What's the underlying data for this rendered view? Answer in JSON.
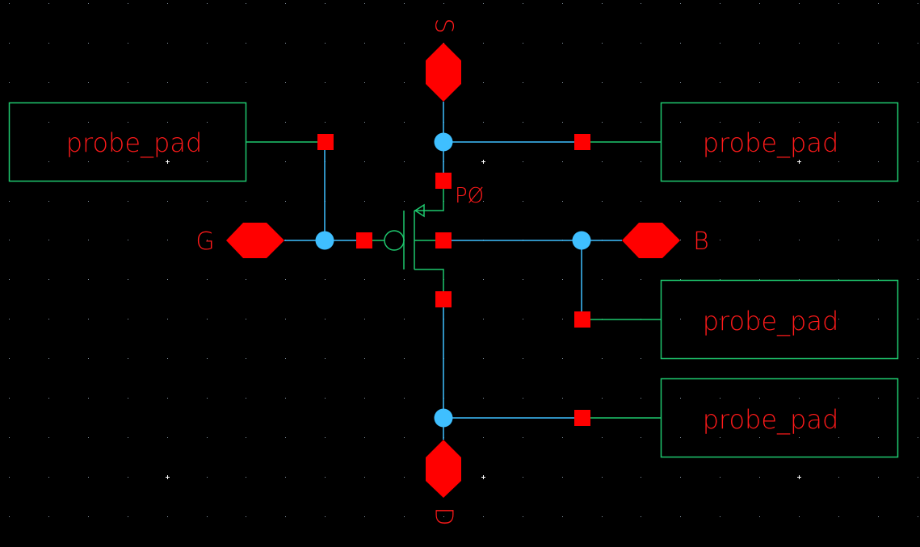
{
  "schematic": {
    "instance": {
      "type": "pmos",
      "name": "P0",
      "name_display": "PØ"
    },
    "pins": [
      {
        "name": "S",
        "direction": "up"
      },
      {
        "name": "G",
        "direction": "left"
      },
      {
        "name": "B",
        "direction": "right"
      },
      {
        "name": "D",
        "direction": "down"
      }
    ],
    "probe_pads": [
      {
        "label": "probe_pad",
        "net": "G"
      },
      {
        "label": "probe_pad",
        "net": "S"
      },
      {
        "label": "probe_pad",
        "net": "B"
      },
      {
        "label": "probe_pad",
        "net": "D"
      }
    ],
    "colors": {
      "background": "#000000",
      "wire": "#3fbfff",
      "symbol": "#1ec86e",
      "pin": "#ff0000",
      "text": "#ff1a1a",
      "grid": "#8a9aa8",
      "major_grid": "#ffffff"
    }
  }
}
